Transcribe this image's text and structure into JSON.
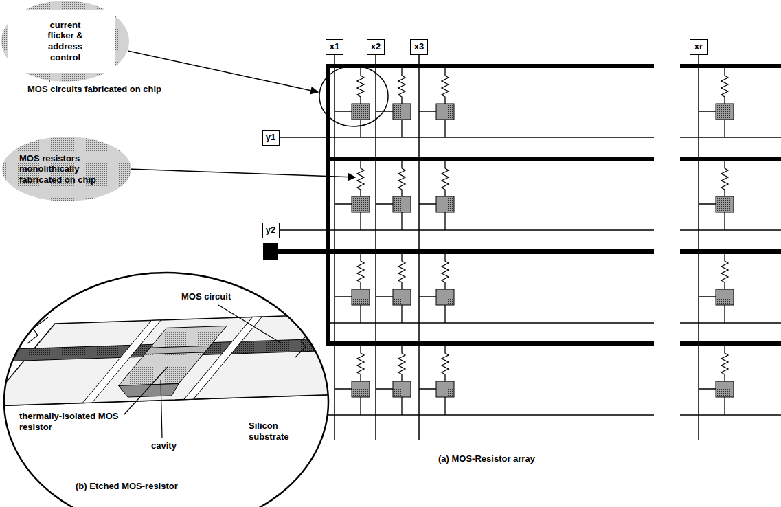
{
  "diagram": {
    "nodes": [
      {
        "text": [
          "current flicker & address control",
          "MOS circuits fabricated on chip"
        ]
      },
      {
        "text": [
          "x1"
        ]
      },
      {
        "text": [
          "x2"
        ]
      },
      {
        "text": [
          "x3"
        ]
      },
      {
        "text": [
          "xr"
        ]
      },
      {
        "text": [
          "y1"
        ]
      },
      {
        "text": [
          "MOS resistors monolithically fabricated on chip"
        ]
      },
      {
        "text": [
          "y2"
        ]
      },
      {
        "text": [
          "(b) Etched MOS-resistor"
        ]
      }
    ],
    "labels": [
      "MOS circuit",
      "thermally-isolated MOS resistor",
      "cavity",
      "Silicon substrate",
      "(a) MOS-Resistor array"
    ]
  }
}
